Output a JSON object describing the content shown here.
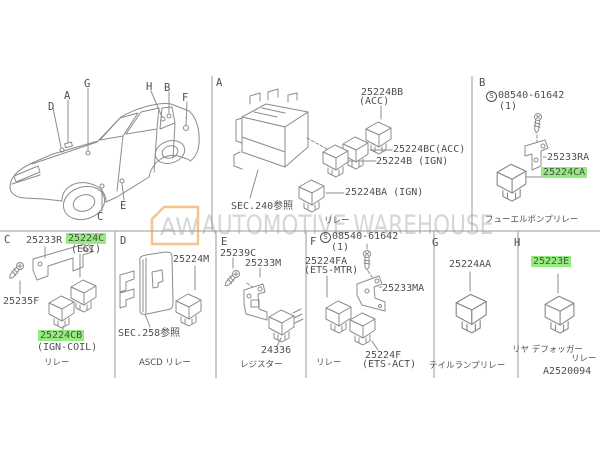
{
  "colors": {
    "highlight": "#94EB7E",
    "line": "#8c8c8c",
    "grid": "#9a9a9a",
    "text": "#4f4f4f",
    "watermark_text": "#d6d6d6",
    "watermark_logo": "#f6c489"
  },
  "watermark": {
    "logo_text": "AW",
    "text": "AUTOMOTIVE WAREHOUSE"
  },
  "car": {
    "callouts": {
      "a": "A",
      "b": "B",
      "c": "C",
      "d": "D",
      "e": "E",
      "f": "F",
      "g": "G",
      "h": "H"
    }
  },
  "sections": {
    "a": {
      "label": "A",
      "parts": {
        "bb": "25224BB",
        "bb_sub": "(ACC)",
        "bc": "25224BC(ACC)",
        "b": "25224B (IGN)",
        "ba": "25224BA (IGN)"
      },
      "ref": "SEC.240参照",
      "caption": "リレー"
    },
    "b": {
      "label": "B",
      "screw_sym": "S",
      "screw_num": "08540-61642",
      "screw_qty": "(1)",
      "parts": {
        "ra": "25233RA",
        "ca": "25224CA"
      },
      "caption": "フューエルポンプリレー"
    },
    "c": {
      "label": "C",
      "parts": {
        "r": "25233R",
        "c": "25224C",
        "c_sub": "(EGI)",
        "f": "25235F",
        "cb": "25224CB",
        "cb_sub": "(IGN-COIL)"
      },
      "caption": "リレー"
    },
    "d": {
      "label": "D",
      "parts": {
        "m": "25224M"
      },
      "ref": "SEC.258参照",
      "caption": "ASCD リレー"
    },
    "e": {
      "label": "E",
      "parts": {
        "c9": "25239C",
        "m3": "25233M",
        "r24336": "24336"
      },
      "caption": "レジスター"
    },
    "f": {
      "label": "F",
      "screw_sym": "S",
      "screw_num": "08540-61642",
      "screw_qty": "(1)",
      "parts": {
        "fa": "25224FA",
        "fa_sub": "(ETS-MTR)",
        "ma": "25233MA",
        "f": "25224F",
        "f_sub": "(ETS-ACT)"
      },
      "caption": "リレー"
    },
    "g": {
      "label": "G",
      "parts": {
        "aa": "25224AA"
      },
      "caption": "テイルランプリレー"
    },
    "h": {
      "label": "H",
      "parts": {
        "e": "25223E"
      },
      "caption_line1": "リヤ デフォッガー",
      "caption_line2": "リレー",
      "doc_number": "A2520094"
    }
  }
}
